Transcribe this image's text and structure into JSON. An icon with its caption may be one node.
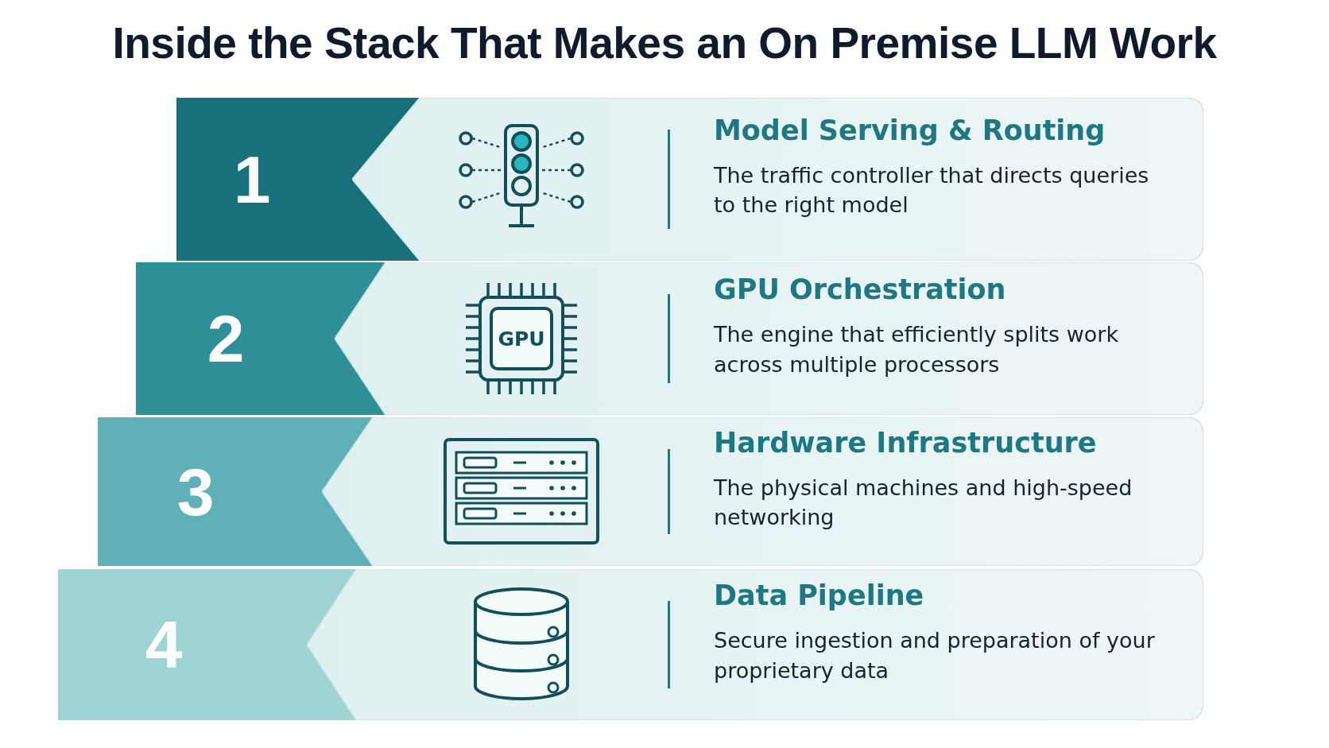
{
  "diagram": {
    "title": "Inside the Stack That Makes an On Premise LLM Work",
    "nodes": [
      {
        "text": [
          "1"
        ]
      },
      {
        "text": [
          "Model Serving & Routing",
          "The traffic controller that directs queries to the right model"
        ]
      },
      {
        "text": [
          "2"
        ]
      },
      {
        "text": [
          "GPU Orchestration",
          "The engine that efficiently splits work across multiple processors"
        ]
      },
      {
        "text": [
          "3"
        ]
      },
      {
        "text": [
          "Hardware Infrastructure",
          "The physical machines and high-speed networking"
        ]
      },
      {
        "text": [
          "4"
        ]
      },
      {
        "text": [
          "Data Pipeline",
          "Secure ingestion and preparation of your proprietary data"
        ]
      }
    ],
    "labels": [
      "GPU"
    ]
  }
}
